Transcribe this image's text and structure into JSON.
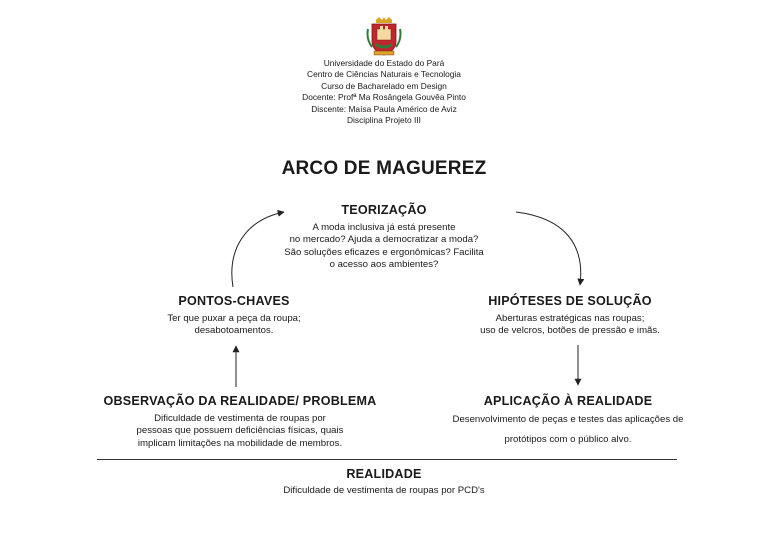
{
  "header": {
    "lines": [
      "Universidade do Estado do Pará",
      "Centro de Ciências Naturais e Tecnologia",
      "Curso de Bacharelado em Design",
      "Docente: Profª Ma Rosângela Gouvêa Pinto",
      "Discente: Maísa Paula Américo de Aviz",
      "Disciplina Projeto III"
    ]
  },
  "title": "ARCO DE MAGUEREZ",
  "nodes": {
    "teorizacao": {
      "title": "TEORIZAÇÃO",
      "lines": [
        "A moda inclusiva já está presente",
        "no mercado? Ajuda a democratizar a moda?",
        "São soluções eficazes e ergonômicas? Facilita",
        "o acesso aos ambientes?"
      ]
    },
    "pontos_chaves": {
      "title": "PONTOS-CHAVES",
      "lines": [
        "Ter que puxar a peça da roupa;",
        "desabotoamentos."
      ]
    },
    "hipoteses": {
      "title": "HIPÓTESES DE SOLUÇÃO",
      "lines": [
        "Aberturas estratégicas nas roupas;",
        "uso de velcros, botões de pressão e imãs."
      ]
    },
    "observacao": {
      "title": "OBSERVAÇÃO DA REALIDADE/ PROBLEMA",
      "lines": [
        "Dificuldade de vestimenta de roupas por",
        "pessoas que possuem deficiências físicas, quais",
        "implicam limitações na mobilidade de membros."
      ]
    },
    "aplicacao": {
      "title": "APLICAÇÃO À REALIDADE",
      "lines": [
        "Desenvolvimento de peças e testes das aplicações de",
        "protótipos com o público alvo."
      ]
    },
    "realidade": {
      "title": "REALIDADE",
      "text": "Dificuldade de vestimenta de roupas por PCD's"
    }
  },
  "colors": {
    "text": "#1a1a1a",
    "crest_red": "#c0262d",
    "crest_gold": "#d8a526",
    "crest_green": "#2f7d3b"
  },
  "icons": {
    "crest": "university-crest-icon"
  }
}
